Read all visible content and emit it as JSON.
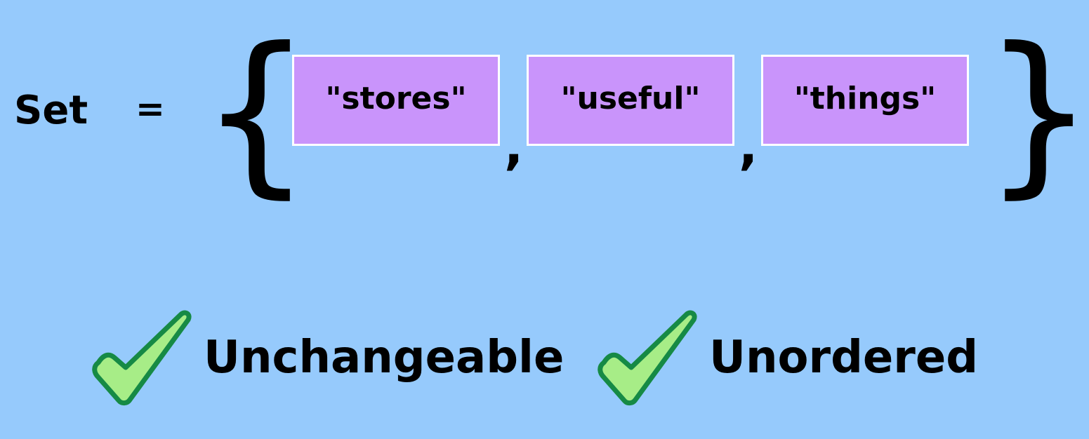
{
  "set_label": "Set",
  "equals_sign": "=",
  "braces": {
    "open": "{",
    "close": "}"
  },
  "elements": [
    "\"stores\"",
    "\"useful\"",
    "\"things\""
  ],
  "separator": ",",
  "properties": [
    "Unchangeable",
    "Unordered"
  ],
  "icons": {
    "check": "check-icon"
  },
  "colors": {
    "background": "#96cafc",
    "element_fill": "#c994fb",
    "element_border": "#ffffff",
    "check_fill": "#a7ed87",
    "check_stroke": "#168a45",
    "text": "#000000"
  }
}
